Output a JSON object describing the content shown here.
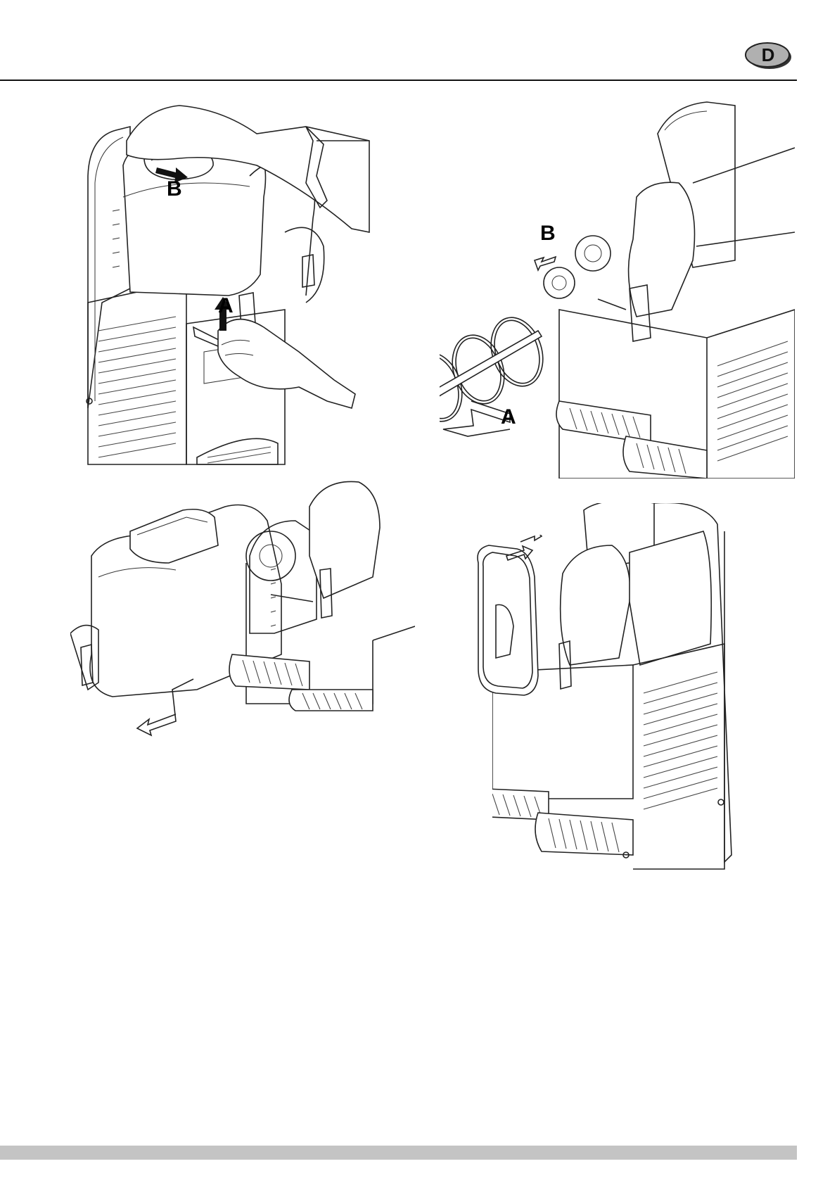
{
  "header": {
    "language_badge": "D"
  },
  "figures": [
    {
      "id": "fig1",
      "callouts": [
        "A",
        "B"
      ]
    },
    {
      "id": "fig2",
      "callouts": [
        "B",
        "A"
      ]
    },
    {
      "id": "fig3",
      "callouts": []
    },
    {
      "id": "fig4",
      "callouts": []
    }
  ],
  "colors": {
    "rule": "#111111",
    "footer_bar": "#c4c4c4",
    "badge_fill": "#b0b0b0"
  }
}
